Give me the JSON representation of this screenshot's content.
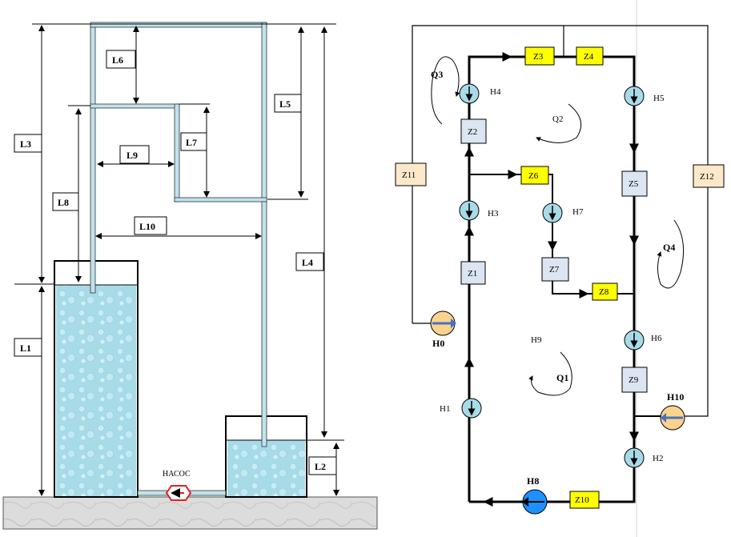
{
  "left_diagram": {
    "dimension_labels": {
      "L1": "L1",
      "L2": "L2",
      "L3": "L3",
      "L4": "L4",
      "L5": "L5",
      "L6": "L6",
      "L7": "L7",
      "L8": "L8",
      "L9": "L9",
      "L10": "L10"
    },
    "pump_label": "НАСОС",
    "colors": {
      "water": "#a8dbe8",
      "pipe": "#bfe3ec",
      "pump": "#e02020",
      "ground": "#d8d8d8"
    }
  },
  "right_diagram": {
    "zones": {
      "Z1": "Z1",
      "Z2": "Z2",
      "Z3": "Z3",
      "Z4": "Z4",
      "Z5": "Z5",
      "Z6": "Z6",
      "Z7": "Z7",
      "Z8": "Z8",
      "Z9": "Z9",
      "Z10": "Z10",
      "Z11": "Z11",
      "Z12": "Z12"
    },
    "nodes": {
      "H0": "H0",
      "H1": "H1",
      "H2": "H2",
      "H3": "H3",
      "H4": "H4",
      "H5": "H5",
      "H6": "H6",
      "H7": "H7",
      "H8": "H8",
      "H9": "H9",
      "H10": "H10"
    },
    "flows": {
      "Q1": "Q1",
      "Q2": "Q2",
      "Q3": "Q3",
      "Q4": "Q4"
    },
    "colors": {
      "yellow_box": "#ffff00",
      "blue_box": "#dce6f2",
      "tan_box": "#fde9c9",
      "node": "#a8dbe8",
      "pump_node": "#fbd38d",
      "main_pump": "#1e90ff",
      "arrow_blue": "#4472c4"
    }
  }
}
